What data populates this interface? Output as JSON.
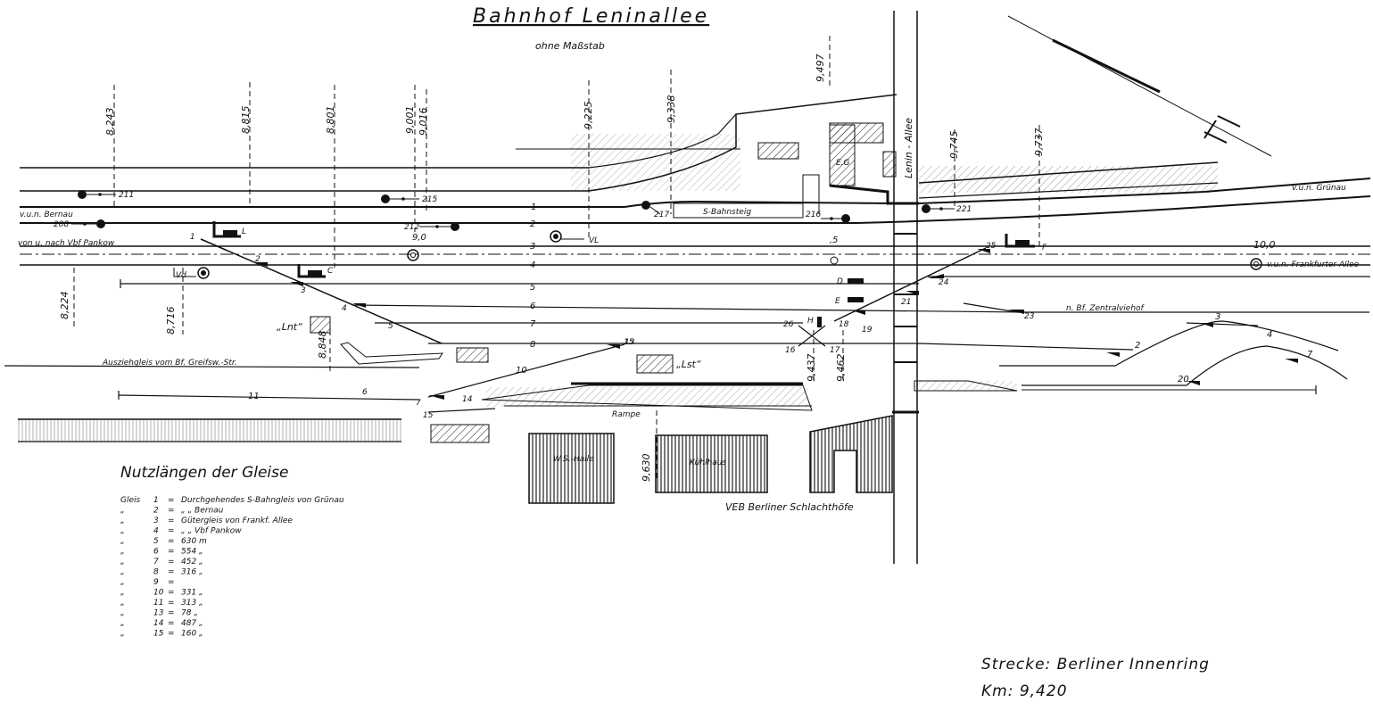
{
  "header": {
    "title": "Bahnhof  Leninallee",
    "subtitle": "ohne Maßstab"
  },
  "km_marks": [
    "8,243",
    "8,815",
    "8,801",
    "9,001",
    "9,016",
    "9,225",
    "9,338",
    "9,497",
    "9,745",
    "9,737",
    "8,224",
    "8,716",
    "8,848",
    "9,437",
    "9,462",
    "9,630"
  ],
  "track_numbers": [
    "1",
    "2",
    "3",
    "4",
    "5",
    "6",
    "7",
    "8",
    "10",
    "11",
    "13",
    "14",
    "15"
  ],
  "signals": [
    "211",
    "215",
    "217",
    "216",
    "221",
    "208",
    "212"
  ],
  "switches": [
    "1",
    "2",
    "3",
    "4",
    "5",
    "6",
    "7",
    "15",
    "16",
    "17",
    "18",
    "19",
    "21",
    "23",
    "24",
    "25",
    "26",
    "2",
    "3",
    "4",
    "7",
    "20"
  ],
  "labels": {
    "bernau": "v.u.n. Bernau",
    "pankow": "von u. nach Vbf Pankow",
    "gruenau": "v.u.n. Grünau",
    "frankfurter": "v.u.n. Frankfurter Allee",
    "zentralviehof": "n. Bf. Zentralviehof",
    "ausziehgleis": "Ausziehgleis vom Bf. Greifsw.-Str.",
    "s_bahnsteig": "S-Bahnsteig",
    "rampe": "Rampe",
    "lenin_allee": "Lenin - Allee",
    "ws_halle": "W.S.-Halle",
    "kuehlhaus": "Kühlhaus",
    "veb": "VEB  Berliner Schlachthöfe",
    "lnt": "„Lnt“",
    "lst": "„Lst“",
    "eg": "E.G",
    "vl": "VL",
    "vd": "Vd",
    "sig_9_0": "9,0",
    "sig_5": ",5",
    "sig_10_0": "10,0",
    "box_l": "L",
    "box_c": "C",
    "box_d": "D",
    "box_e": "E",
    "box_f": "F",
    "box_h": "H"
  },
  "legend": {
    "title": "Nutzlängen der Gleise",
    "rows": [
      {
        "k": "Gleis",
        "n": "1",
        "eq": "=",
        "text": "Durchgehendes S-Bahngleis   von Grünau"
      },
      {
        "k": "„",
        "n": "2",
        "eq": "=",
        "text": "„                „   Bernau"
      },
      {
        "k": "„",
        "n": "3",
        "eq": "=",
        "text": "Gütergleis  von Frankf. Allee"
      },
      {
        "k": "„",
        "n": "4",
        "eq": "=",
        "text": "„       „   Vbf Pankow"
      },
      {
        "k": "„",
        "n": "5",
        "eq": "=",
        "text": "630 m"
      },
      {
        "k": "„",
        "n": "6",
        "eq": "=",
        "text": "554 „"
      },
      {
        "k": "„",
        "n": "7",
        "eq": "=",
        "text": "452 „"
      },
      {
        "k": "„",
        "n": "8",
        "eq": "=",
        "text": "316 „"
      },
      {
        "k": "„",
        "n": "9",
        "eq": "=",
        "text": ""
      },
      {
        "k": "„",
        "n": "10",
        "eq": "=",
        "text": "331 „"
      },
      {
        "k": "„",
        "n": "11",
        "eq": "=",
        "text": "313 „"
      },
      {
        "k": "„",
        "n": "13",
        "eq": "=",
        "text": "78 „"
      },
      {
        "k": "„",
        "n": "14",
        "eq": "=",
        "text": "487 „"
      },
      {
        "k": "„",
        "n": "15",
        "eq": "=",
        "text": "160 „"
      }
    ]
  },
  "footer": {
    "strecke": "Strecke:  Berliner  Innenring",
    "km": "Km:   9,420"
  }
}
